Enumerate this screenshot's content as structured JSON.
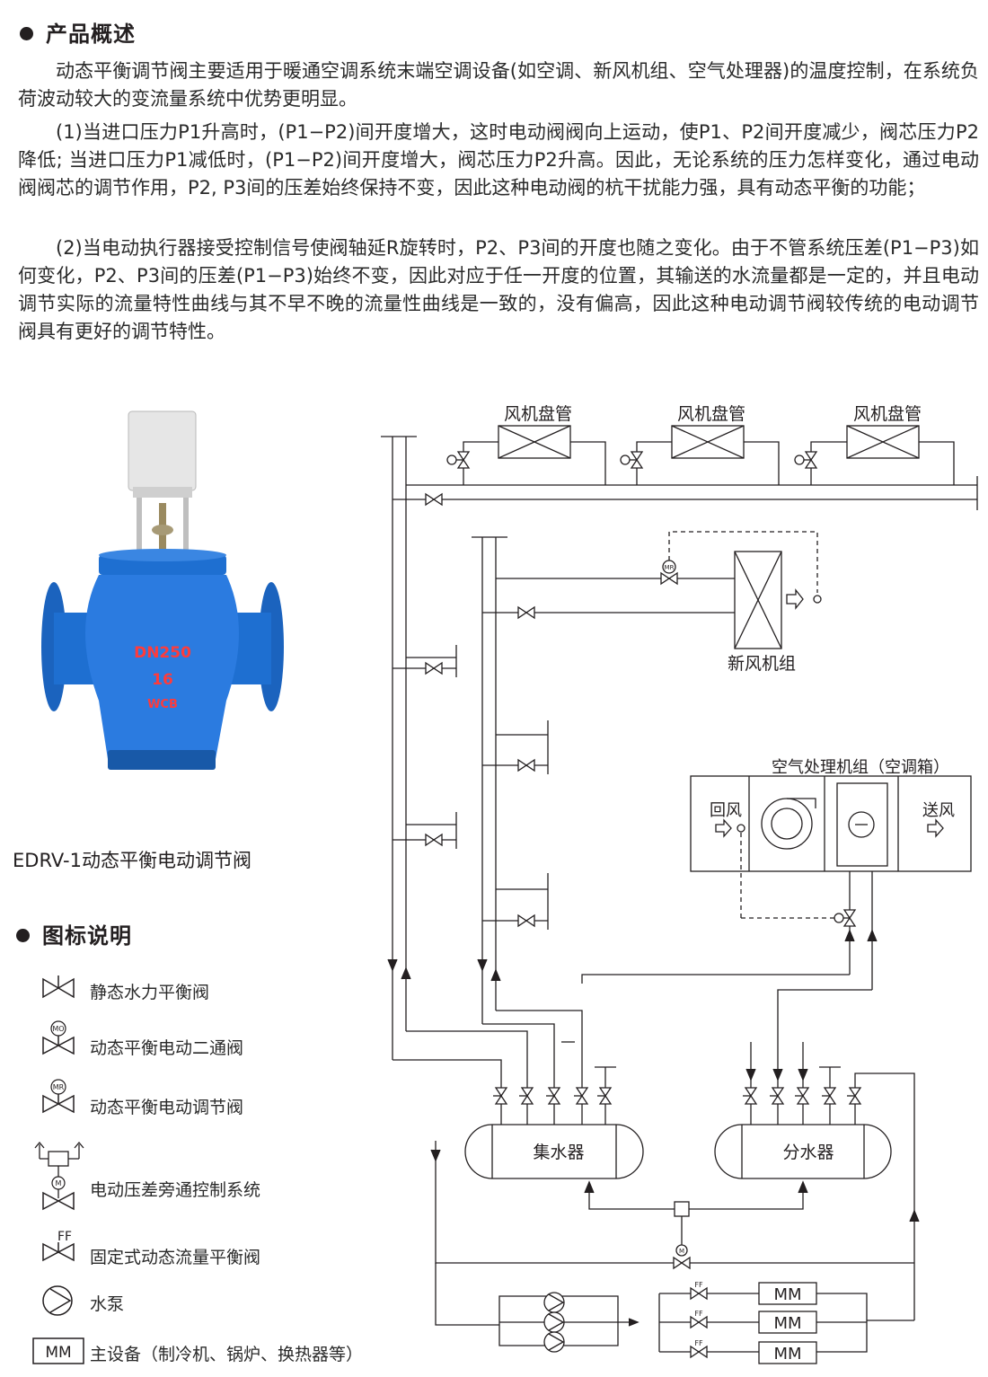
{
  "overview": {
    "title": "产品概述",
    "paragraphs": [
      "动态平衡调节阀主要适用于暖通空调系统末端空调设备(如空调、新风机组、空气处理器)的温度控制，在系统负荷波动较大的变流量系统中优势更明显。",
      "(1)当进口压力P1升高时，(P1−P2)间开度增大，这时电动阀阀向上运动，使P1、P2间开度减少，阀芯压力P2降低; 当进口压力P1减低时，(P1−P2)间开度增大，阀芯压力P2升高。因此，无论系统的压力怎样变化，通过电动阀阀芯的调节作用，P2, P3间的压差始终保持不变，因此这种电动阀的杭干扰能力强，具有动态平衡的功能；",
      "(2)当电动执行器接受控制信号使阀轴延R旋转时，P2、P3间的开度也随之变化。由于不管系统压差(P1−P3)如何变化，P2、P3间的压差(P1−P3)始终不变，因此对应于任一开度的位置，其输送的水流量都是一定的，并且电动调节实际的流量特性曲线与其不早不晚的流量性曲线是一致的，没有偏高，因此这种电动调节阀较传统的电动调节阀具有更好的调节特性。"
    ]
  },
  "product": {
    "caption": "EDRV-1动态平衡电动调节阀",
    "body_marking": [
      "DN250",
      "16",
      "WCB"
    ],
    "body_color": "#1e6fd1"
  },
  "legend": {
    "title": "图标说明",
    "items": [
      {
        "icon": "static-balance-valve-icon",
        "label": "静态水力平衡阀"
      },
      {
        "icon": "dynamic-two-way-valve-icon",
        "label": "动态平衡电动二通阀",
        "tag": "MO"
      },
      {
        "icon": "dynamic-regulating-valve-icon",
        "label": "动态平衡电动调节阀",
        "tag": "MR"
      },
      {
        "icon": "differential-bypass-icon",
        "label": "电动压差旁通控制系统",
        "tag": "M"
      },
      {
        "icon": "fixed-flow-valve-icon",
        "label": "固定式动态流量平衡阀",
        "tag": "FF"
      },
      {
        "icon": "pump-icon",
        "label": "水泵"
      },
      {
        "icon": "main-equipment-icon",
        "label": "主设备（制冷机、锅炉、换热器等）",
        "tag": "MM"
      }
    ]
  },
  "diagram": {
    "fan_coil": "风机盘管",
    "fresh_air_unit": "新风机组",
    "ahu_title": "空气处理机组（空调箱）",
    "return_air": "回风",
    "supply_air": "送风",
    "collector": "集水器",
    "distributor": "分水器",
    "main_equipment": "MM",
    "valve_tags": {
      "mr": "MR",
      "m": "M",
      "ff": "FF"
    }
  }
}
